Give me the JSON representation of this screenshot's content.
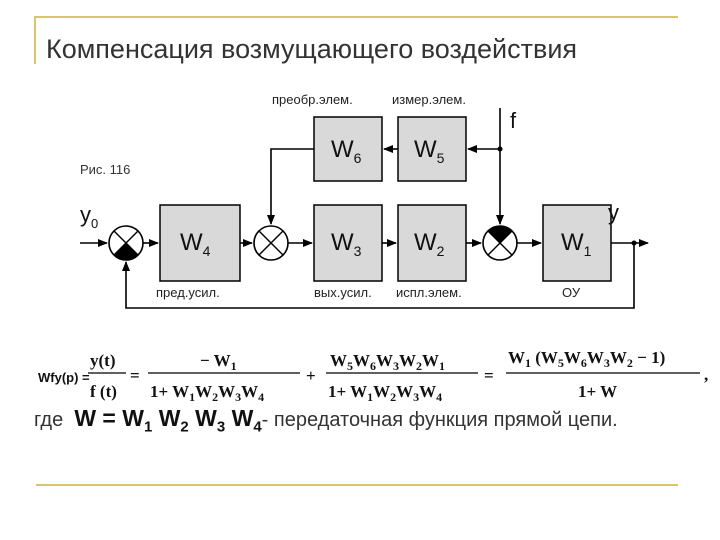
{
  "title": "Компенсация возмущающего воздействия",
  "figure_label": "Рис. 116",
  "labels": {
    "converter": "преобр.элем.",
    "meter": "измер.элем.",
    "pre_amp": "пред.усил.",
    "out_amp": "вых.усил.",
    "actuator": "испл.элем.",
    "plant": "ОУ"
  },
  "signals": {
    "y0_main": "y",
    "y0_sub": "0",
    "y": "y",
    "f": "f"
  },
  "blocks": [
    {
      "main": "W",
      "sub": "6"
    },
    {
      "main": "W",
      "sub": "5"
    },
    {
      "main": "W",
      "sub": "4"
    },
    {
      "main": "W",
      "sub": "3"
    },
    {
      "main": "W",
      "sub": "2"
    },
    {
      "main": "W",
      "sub": "1"
    }
  ],
  "formula": {
    "lhs": "Wfy(p) =",
    "ratio_num": "y(t)",
    "ratio_den": "f (t)",
    "eq1": "=",
    "t1_num": "− W",
    "t1_num_sub": "1",
    "t1_den": "1+ W",
    "t1_den_sub": "1",
    "t1_den_rest": [
      "W",
      "2",
      "W",
      "3",
      "W",
      "4"
    ],
    "plus": "+",
    "t2_num": [
      "W",
      "5",
      "W",
      "6",
      "W",
      "3",
      "W",
      "2",
      "W",
      "1"
    ],
    "t2_den": "1+ W",
    "t2_den_sub": "1",
    "t2_den_rest": [
      "W",
      "2",
      "W",
      "3",
      "W",
      "4"
    ],
    "eq2": "=",
    "t3_num_a": "W",
    "t3_num_a_sub": "1",
    "t3_num_b": " (W",
    "t3_num_rest": [
      "5",
      "W",
      "6",
      "W",
      "3",
      "W",
      "2"
    ],
    "t3_num_tail": " − 1)",
    "t3_den": "1+ W",
    "comma": ","
  },
  "where_line": {
    "prefix": "где",
    "w": "W = W",
    "w_sub": "1",
    "w2": "W",
    "w2_sub": "2",
    "w3": "W",
    "w3_sub": "3",
    "w4": "W",
    "w4_sub": "4",
    "suffix": "- передаточная функция прямой цепи."
  }
}
